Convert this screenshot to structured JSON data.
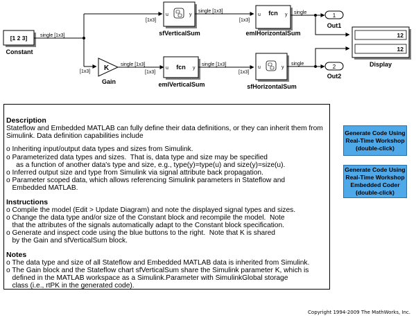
{
  "diagram": {
    "constant": {
      "value": "[1  2  3]",
      "label": "Constant"
    },
    "gain": {
      "symbol": "K",
      "label": "Gain"
    },
    "sf_vertical_sum": {
      "label": "sfVerticalSum"
    },
    "eml_horizontal_sum": {
      "text": "fcn",
      "label": "emlHorizontalSum"
    },
    "eml_vertical_sum": {
      "text": "fcn",
      "label": "emlVerticalSum"
    },
    "sf_horizontal_sum": {
      "label": "sfHorizontalSum"
    },
    "out1": {
      "number": "1",
      "label": "Out1"
    },
    "out2": {
      "number": "2",
      "label": "Out2"
    },
    "display": {
      "label": "Display",
      "value1": "12",
      "value2": "12"
    },
    "ports": {
      "u": "u",
      "y": "y"
    },
    "signals": {
      "single_1x3": "single [1x3]",
      "dim_1x3": "[1x3]",
      "single": "single"
    }
  },
  "description": {
    "heading": "Description",
    "intro": "Stateflow and Embedded MATLAB can fully define their data definitions, or they can inherit them from Simulink.  Data definition capabilities include",
    "items": [
      "o Inheriting input/output data types and sizes from Simulink.",
      "o Parameterized data types and sizes.  That is, data type and size may be specified\n     as a function of another data's type and size, e.g., type(y)=type(u) and size(y)=size(u).",
      "o Inferred output size and type from Simulink via signal attribute back propagation.",
      "o Parameter scoped data, which allows referencing Simulink parameters in Stateflow and\n   Embedded MATLAB."
    ]
  },
  "instructions": {
    "heading": "Instructions",
    "items": [
      "o Compile the model (Edit > Update Diagram) and note the displayed signal types and sizes.",
      "o Change the data type and/or size of the Constant block and recompile the model.  Note\n   that the attributes of the signals automatically adapt to the Constant block specification.",
      "o Generate and inspect code using the blue buttons to the right.  Note that K is shared\n   by the Gain and sfVerticalSum block."
    ]
  },
  "notes": {
    "heading": "Notes",
    "items": [
      "o The data type and size of all Stateflow and Embedded MATLAB data is inherited from Simulink.",
      "o The Gain block and the Stateflow chart sfVerticalSum share the Simulink parameter K, which is\n   defined in the MATLAB workspace as a Simulink.Parameter with SimulinkGlobal storage\n   class (i.e., rtPK in the generated code)."
    ]
  },
  "buttons": {
    "rtw": "Generate Code Using\nReal-Time Workshop\n(double-click)",
    "ec": "Generate Code Using\nReal-Time Workshop\nEmbedded Coder\n(double-click)"
  },
  "copyright": "Copyright 1994-2009 The MathWorks, Inc.",
  "colors": {
    "button_fill": "#4fa8e8",
    "background": "#ffffff"
  }
}
